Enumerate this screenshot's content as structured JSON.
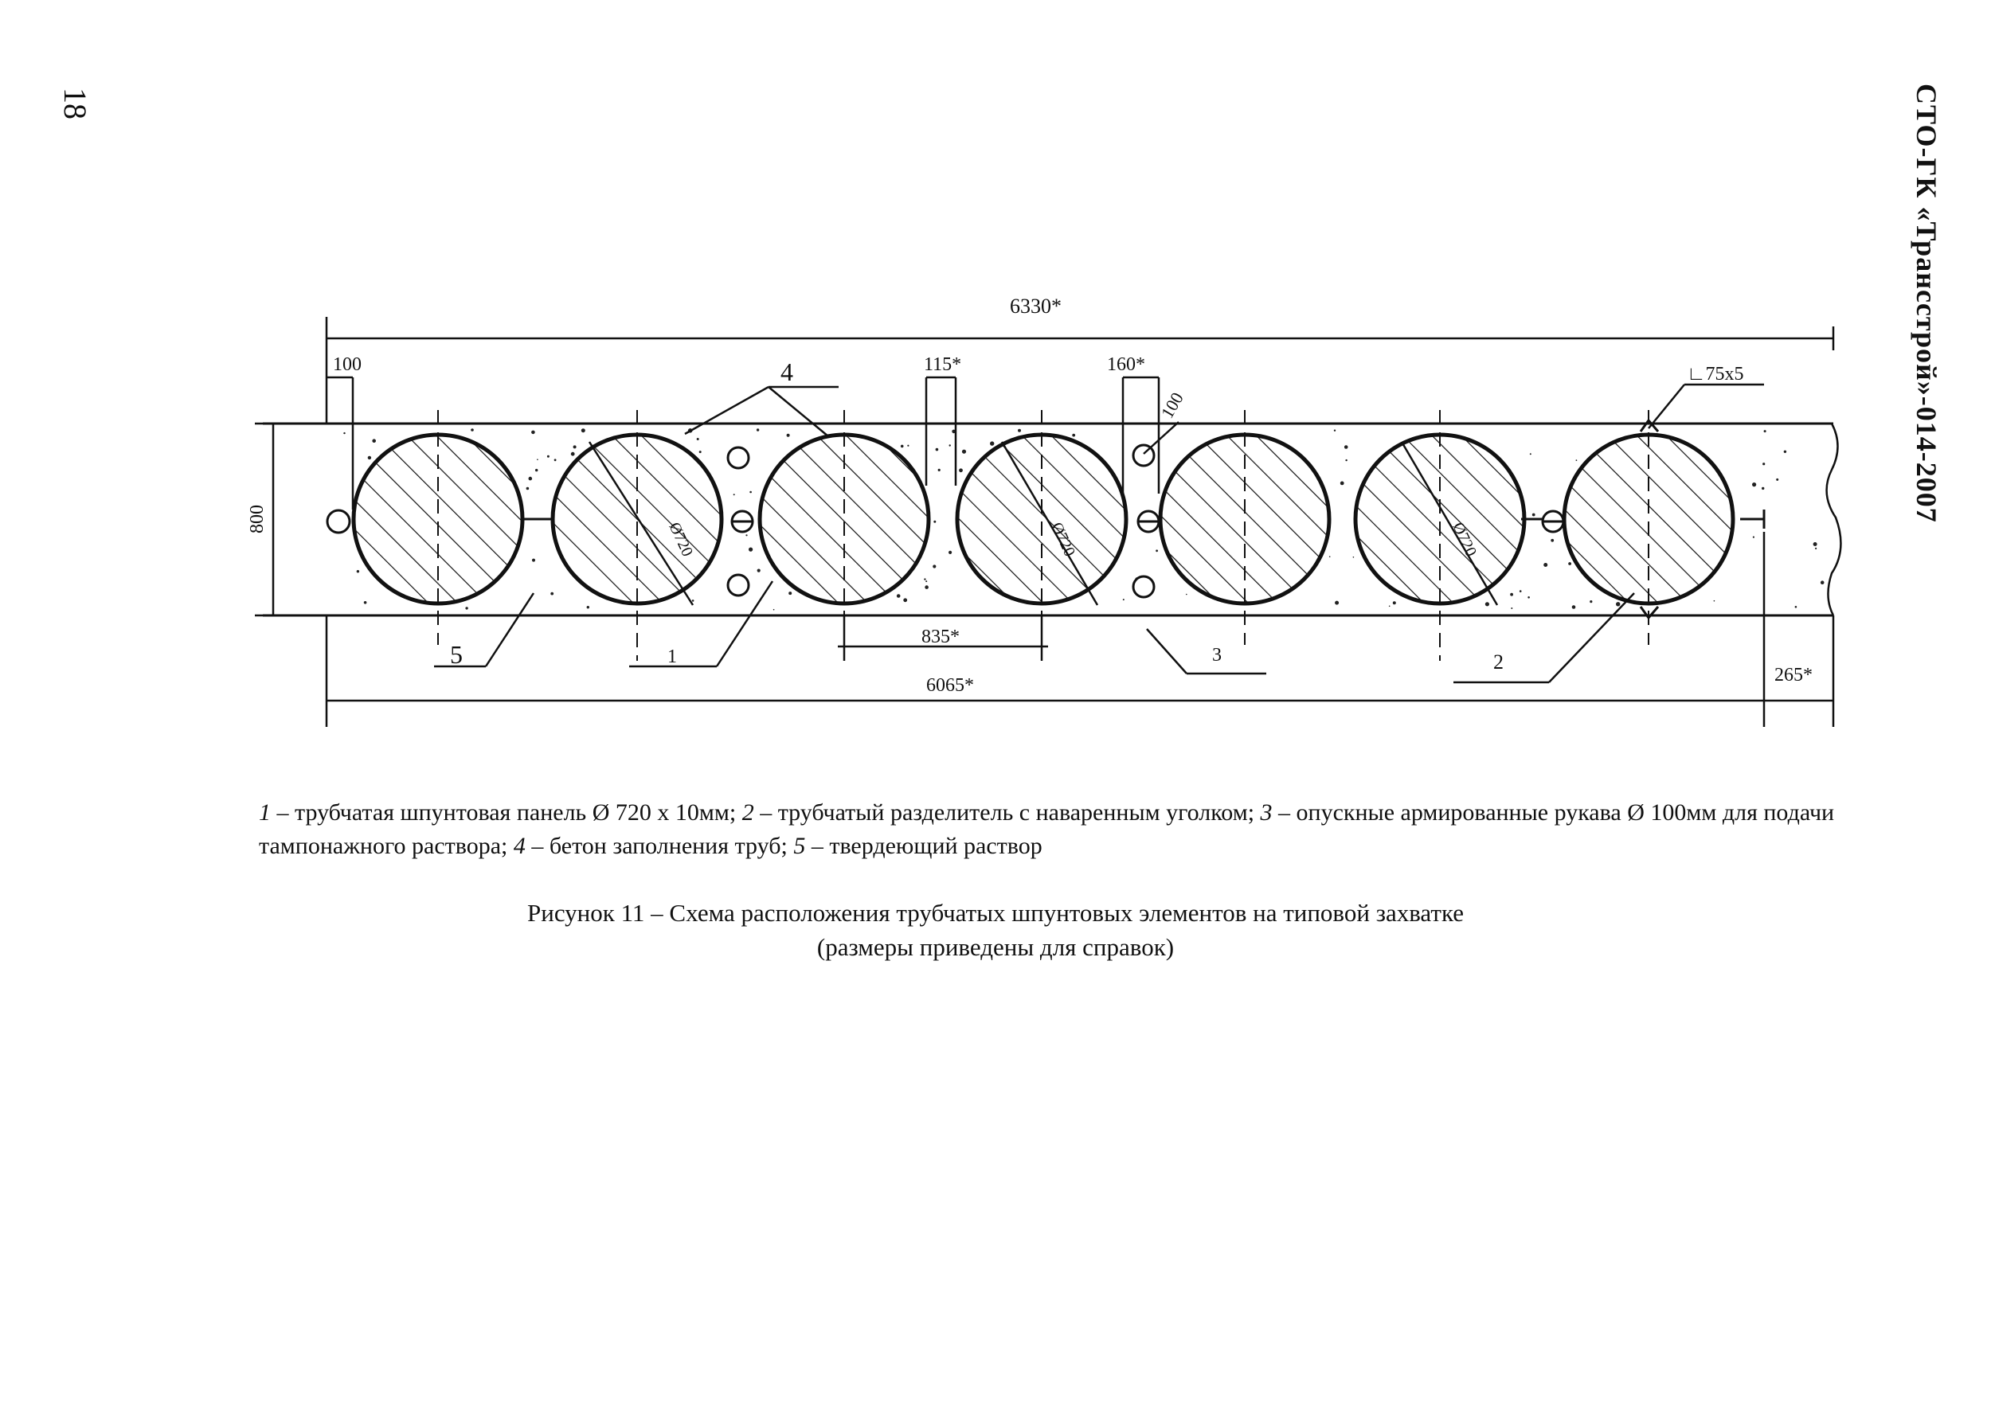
{
  "page": {
    "number": "18",
    "doc_code": "СТО-ГК «Трансстрой»-014-2007"
  },
  "figure": {
    "dimensions": {
      "total_top": "6330*",
      "left_offset": "100",
      "gap_a": "115*",
      "gap_b": "160*",
      "sleeve_dia": "100",
      "angle": "∟75x5",
      "height": "800",
      "pitch": "835*",
      "total_bottom": "6065*",
      "right_offset": "265*"
    },
    "pipe_label": "Ø720",
    "callouts": {
      "c1": "1",
      "c2": "2",
      "c3": "3",
      "c4": "4",
      "c5": "5"
    }
  },
  "legend": {
    "n1": "1",
    "t1": " – трубчатая шпунтовая панель Ø 720 х 10мм; ",
    "n2": "2",
    "t2": " – трубчатый разделитель с наваренным уголком; ",
    "n3": "3",
    "t3": " – опускные армированные рукава Ø 100мм для подачи тампонажного раствора; ",
    "n4": "4",
    "t4": " – бетон заполнения труб; ",
    "n5": "5",
    "t5": " – твердеющий раствор"
  },
  "caption": {
    "line1": "Рисунок 11 – Схема расположения трубчатых шпунтовых элементов на типовой захватке",
    "line2": "(размеры приведены для справок)"
  }
}
